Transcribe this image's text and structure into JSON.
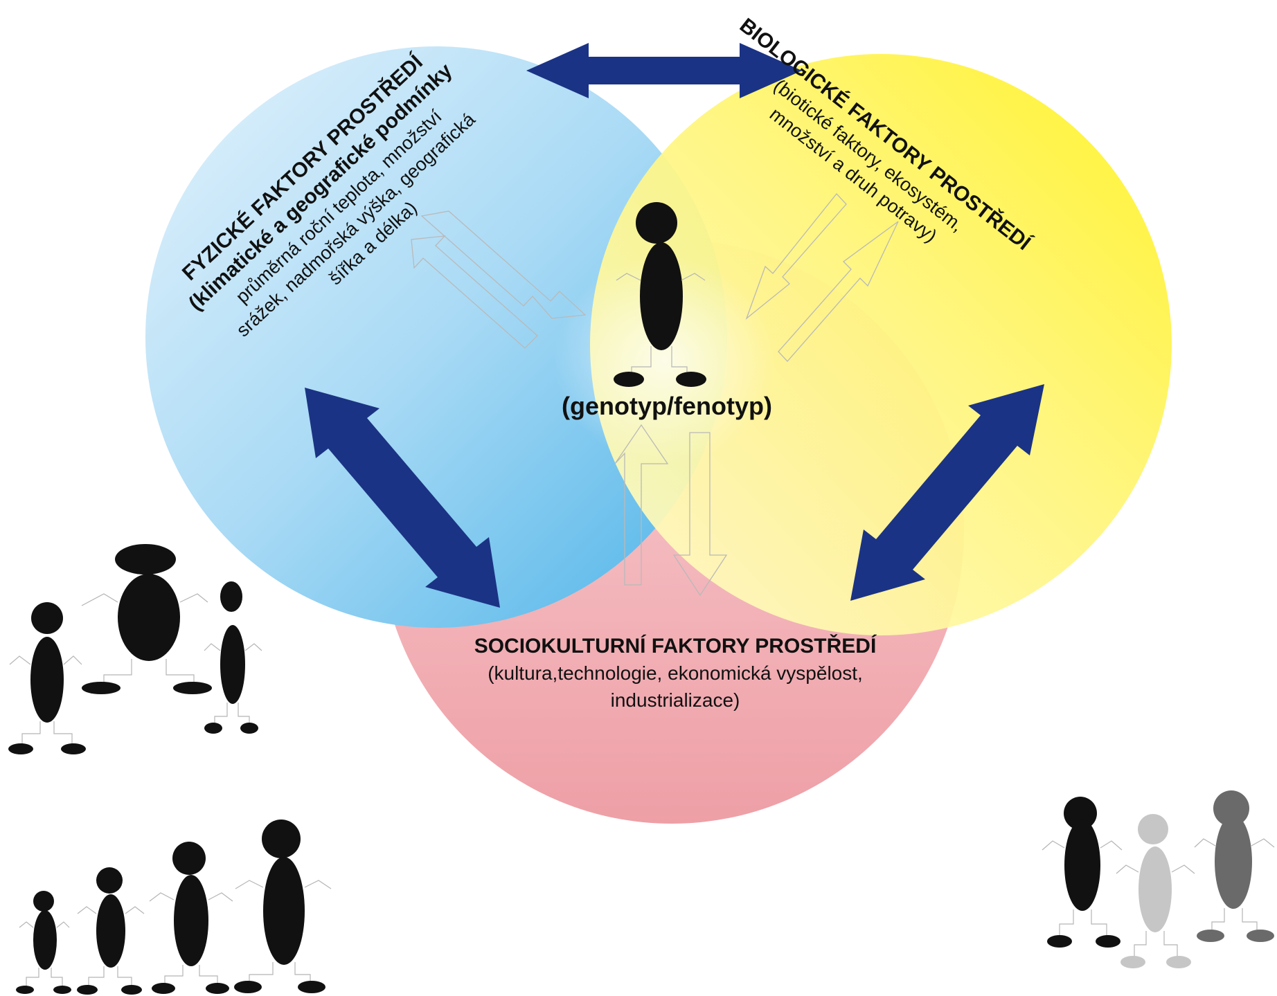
{
  "physical": {
    "title": "FYZICKÉ FAKTORY PROSTŘEDÍ",
    "subtitle": "(klimatické a geografické podmínky",
    "line1": "průměrná roční teplota, množství",
    "line2": "srážek, nadmořská výška, geografická",
    "line3": "šířka a délka)"
  },
  "biological": {
    "title": "BIOLOGICKÉ FAKTORY PROSTŘEDÍ",
    "line1": "(biotické faktory, ekosystém,",
    "line2": "množství a druh potravy)"
  },
  "sociocultural": {
    "title": "SOCIOKULTURNÍ FAKTORY PROSTŘEDÍ",
    "line1": "(kultura,technologie, ekonomická vyspělost,",
    "line2": "industrializace)"
  },
  "center": {
    "label": "(genotyp/fenotyp)"
  },
  "colors": {
    "physical_circle": "#5fbdea",
    "biological_circle": "#fff36b",
    "sociocultural_circle": "#f0a6ad",
    "connector_arrows": "#1b3384",
    "figures": "#111111"
  }
}
